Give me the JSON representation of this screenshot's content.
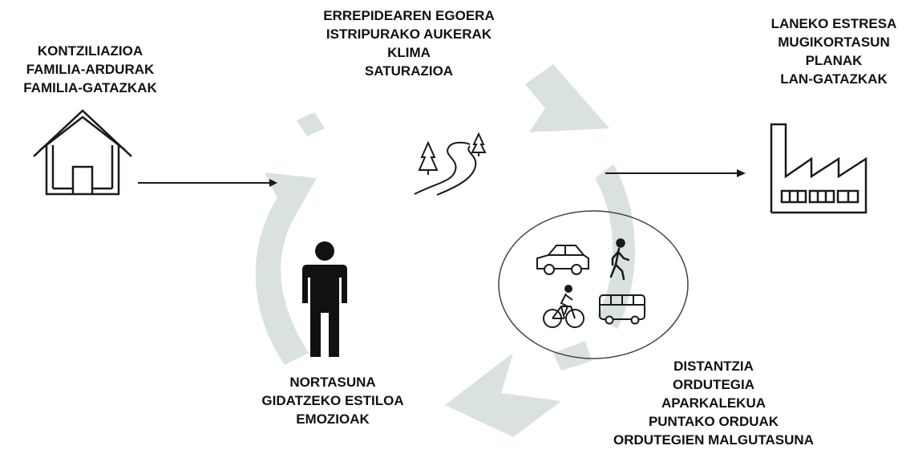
{
  "home_factors": {
    "lines": [
      "KONTZILIAZIOA",
      "FAMILIA-ARDURAK",
      "FAMILIA-GATAZKAK"
    ]
  },
  "road_factors": {
    "lines": [
      "ERREPIDEAREN EGOERA",
      "ISTRIPURAKO AUKERAK",
      "KLIMA",
      "SATURAZIOA"
    ]
  },
  "work_factors": {
    "lines": [
      "LANEKO ESTRESA",
      "MUGIKORTASUN",
      "PLANAK",
      "LAN-GATAZKAK"
    ]
  },
  "person_factors": {
    "lines": [
      "NORTASUNA",
      "GIDATZEKO ESTILOA",
      "EMOZIOAK"
    ]
  },
  "transport_factors": {
    "lines": [
      "DISTANTZIA",
      "ORDUTEGIA",
      "APARKALEKUA",
      "PUNTAKO ORDUAK",
      "ORDUTEGIEN MALGUTASUNA"
    ]
  },
  "colors": {
    "cycle_arrows": "#d9e2df",
    "icons": "#1a1a1a",
    "text": "#111111"
  },
  "icons": [
    "house-icon",
    "road-with-trees-icon",
    "person-icon",
    "car-icon",
    "walking-person-icon",
    "bicycle-icon",
    "bus-icon",
    "factory-icon"
  ]
}
